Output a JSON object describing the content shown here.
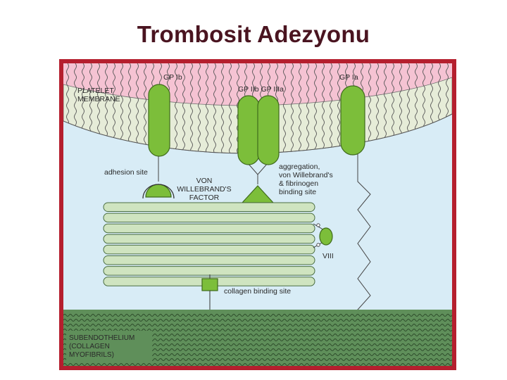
{
  "title": "Trombosit Adezyonu",
  "labels": {
    "gp_ib": "GP Ib",
    "gp_iib_iiia": "GP IIb GP IIIa",
    "gp_ia": "GP Ia",
    "platelet_membrane": [
      "PLATELET",
      "MEMBRANE"
    ],
    "adhesion_site": "adhesion site",
    "von_willebrand": [
      "VON",
      "WILLEBRAND'S",
      "FACTOR"
    ],
    "aggregation_site": [
      "aggregation,",
      "von Willebrand's",
      "& fibrinogen",
      "binding site"
    ],
    "factor_viii": "VIII",
    "collagen_binding": "collagen binding site",
    "subendothelium": [
      "SUBENDOTHELIUM",
      "(COLLAGEN",
      "MYOFIBRILS)"
    ]
  },
  "colors": {
    "frame": "#b51f2e",
    "plasma": "#d8ecf6",
    "platelet": "#f5c3d3",
    "membrane": "#e6ecd8",
    "receptor": "#7cbe3a",
    "subendothelium": "#5f8f5a",
    "fibril": "#cfe4c0",
    "title": "#4a1420"
  }
}
